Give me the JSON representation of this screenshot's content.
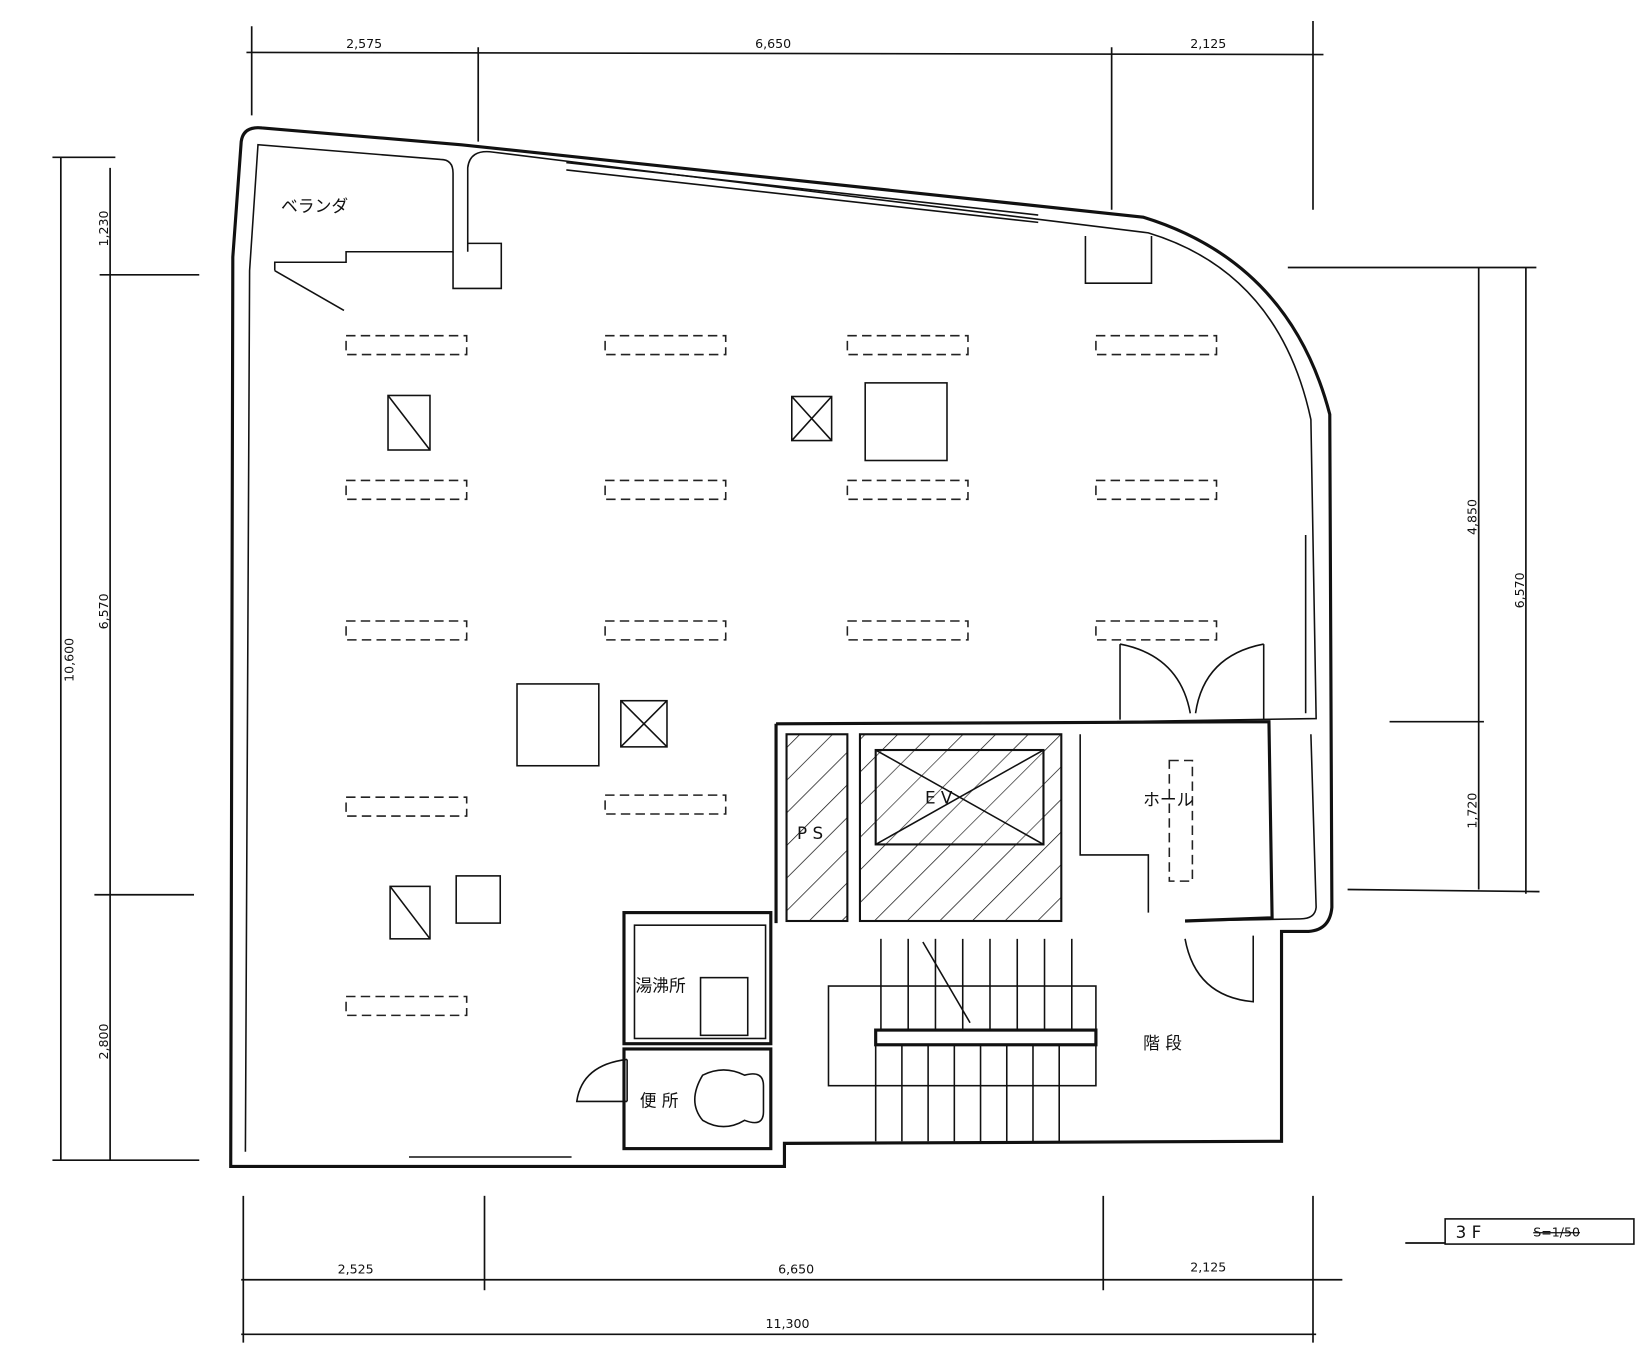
{
  "title_block": {
    "floor": "3 F",
    "scale": "S=1/50"
  },
  "rooms": {
    "veranda": "ベランダ",
    "hall": "ホール",
    "elevator": "E V",
    "pipe_shaft": "P S",
    "stairs": "階 段",
    "kitchenette": "湯沸所",
    "toilet": "便 所"
  },
  "dimensions": {
    "top": [
      "2,575",
      "6,650",
      "2,125"
    ],
    "bottom": [
      "2,525",
      "6,650",
      "2,125"
    ],
    "bottom_total": "11,300",
    "left_total": "10,600",
    "left": [
      "1,230",
      "6,570",
      "2,800"
    ],
    "right": [
      "4,850",
      "1,720"
    ],
    "right_total": "6,570"
  }
}
